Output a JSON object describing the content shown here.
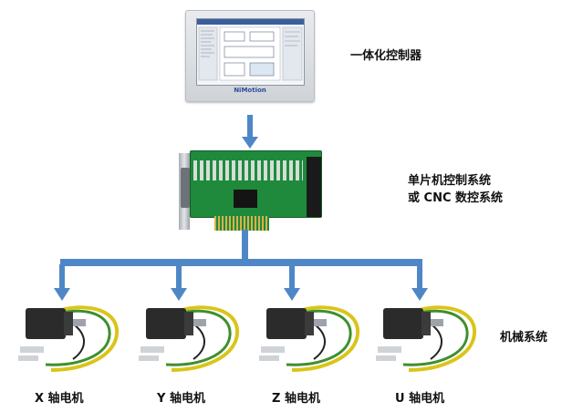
{
  "nodes": {
    "integrated_controller": "一体化控制器",
    "mcu_line1": "单片机控制系统",
    "mcu_line2": "或 CNC 数控系统",
    "mechanical_system": "机械系统"
  },
  "hmi_logo": "NiMotion",
  "motors": [
    {
      "label": "X 轴电机"
    },
    {
      "label": "Y 轴电机"
    },
    {
      "label": "Z 轴电机"
    },
    {
      "label": "U 轴电机"
    }
  ],
  "colors": {
    "arrow": "#4f87c6",
    "motor_body": "#2b2b2b",
    "cable_yellow": "#d9c51b",
    "cable_green": "#3f8f2e"
  }
}
